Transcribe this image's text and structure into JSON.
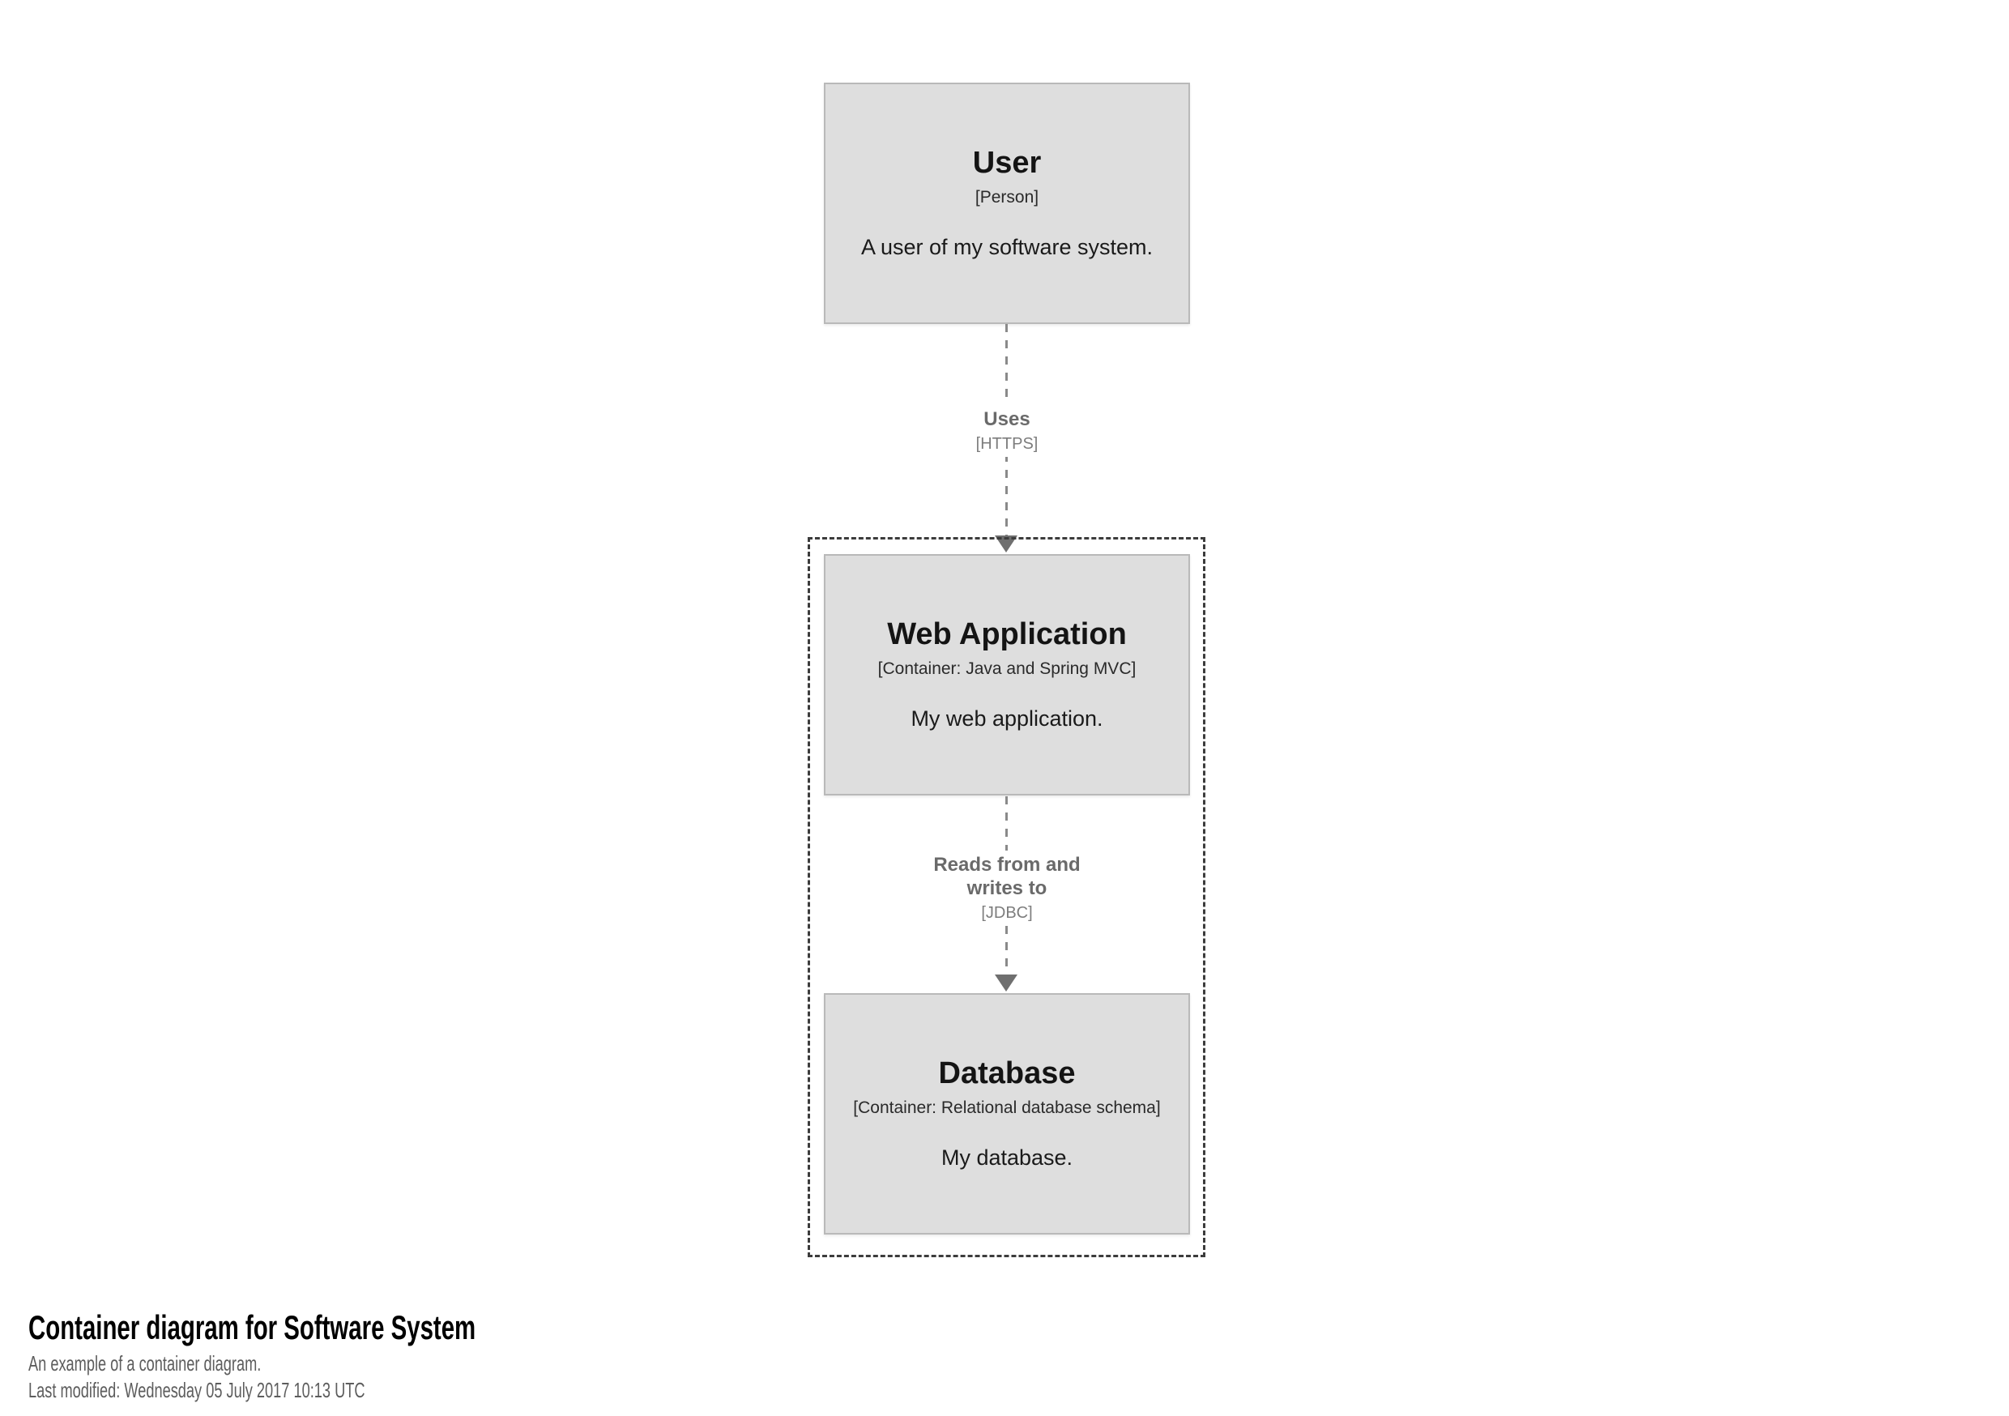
{
  "diagram": {
    "type": "c4-container-diagram",
    "nodes": {
      "user": {
        "title": "User",
        "meta": "[Person]",
        "description": "A user of my software system."
      },
      "web_application": {
        "title": "Web Application",
        "meta": "[Container: Java and Spring MVC]",
        "description": "My web application."
      },
      "database": {
        "title": "Database",
        "meta": "[Container: Relational database schema]",
        "description": "My database."
      }
    },
    "relationships": [
      {
        "label": "Uses",
        "technology": "[HTTPS]"
      },
      {
        "label": "Reads from and writes to",
        "technology": "[JDBC]"
      }
    ],
    "colors": {
      "node_fill": "#dedede",
      "node_border": "#b9b9b9",
      "boundary_dash": "#3c3c3c",
      "relationship_line": "#8a8a8a",
      "arrowhead": "#6f6f6f",
      "relationship_label": "#6a6a6a",
      "node_text": "#141414",
      "footer_subtext": "#5d5d5d"
    }
  },
  "footer": {
    "title": "Container diagram for Software System",
    "subtitle": "An example of a container diagram.",
    "last_modified": "Last modified: Wednesday 05 July 2017 10:13 UTC"
  }
}
